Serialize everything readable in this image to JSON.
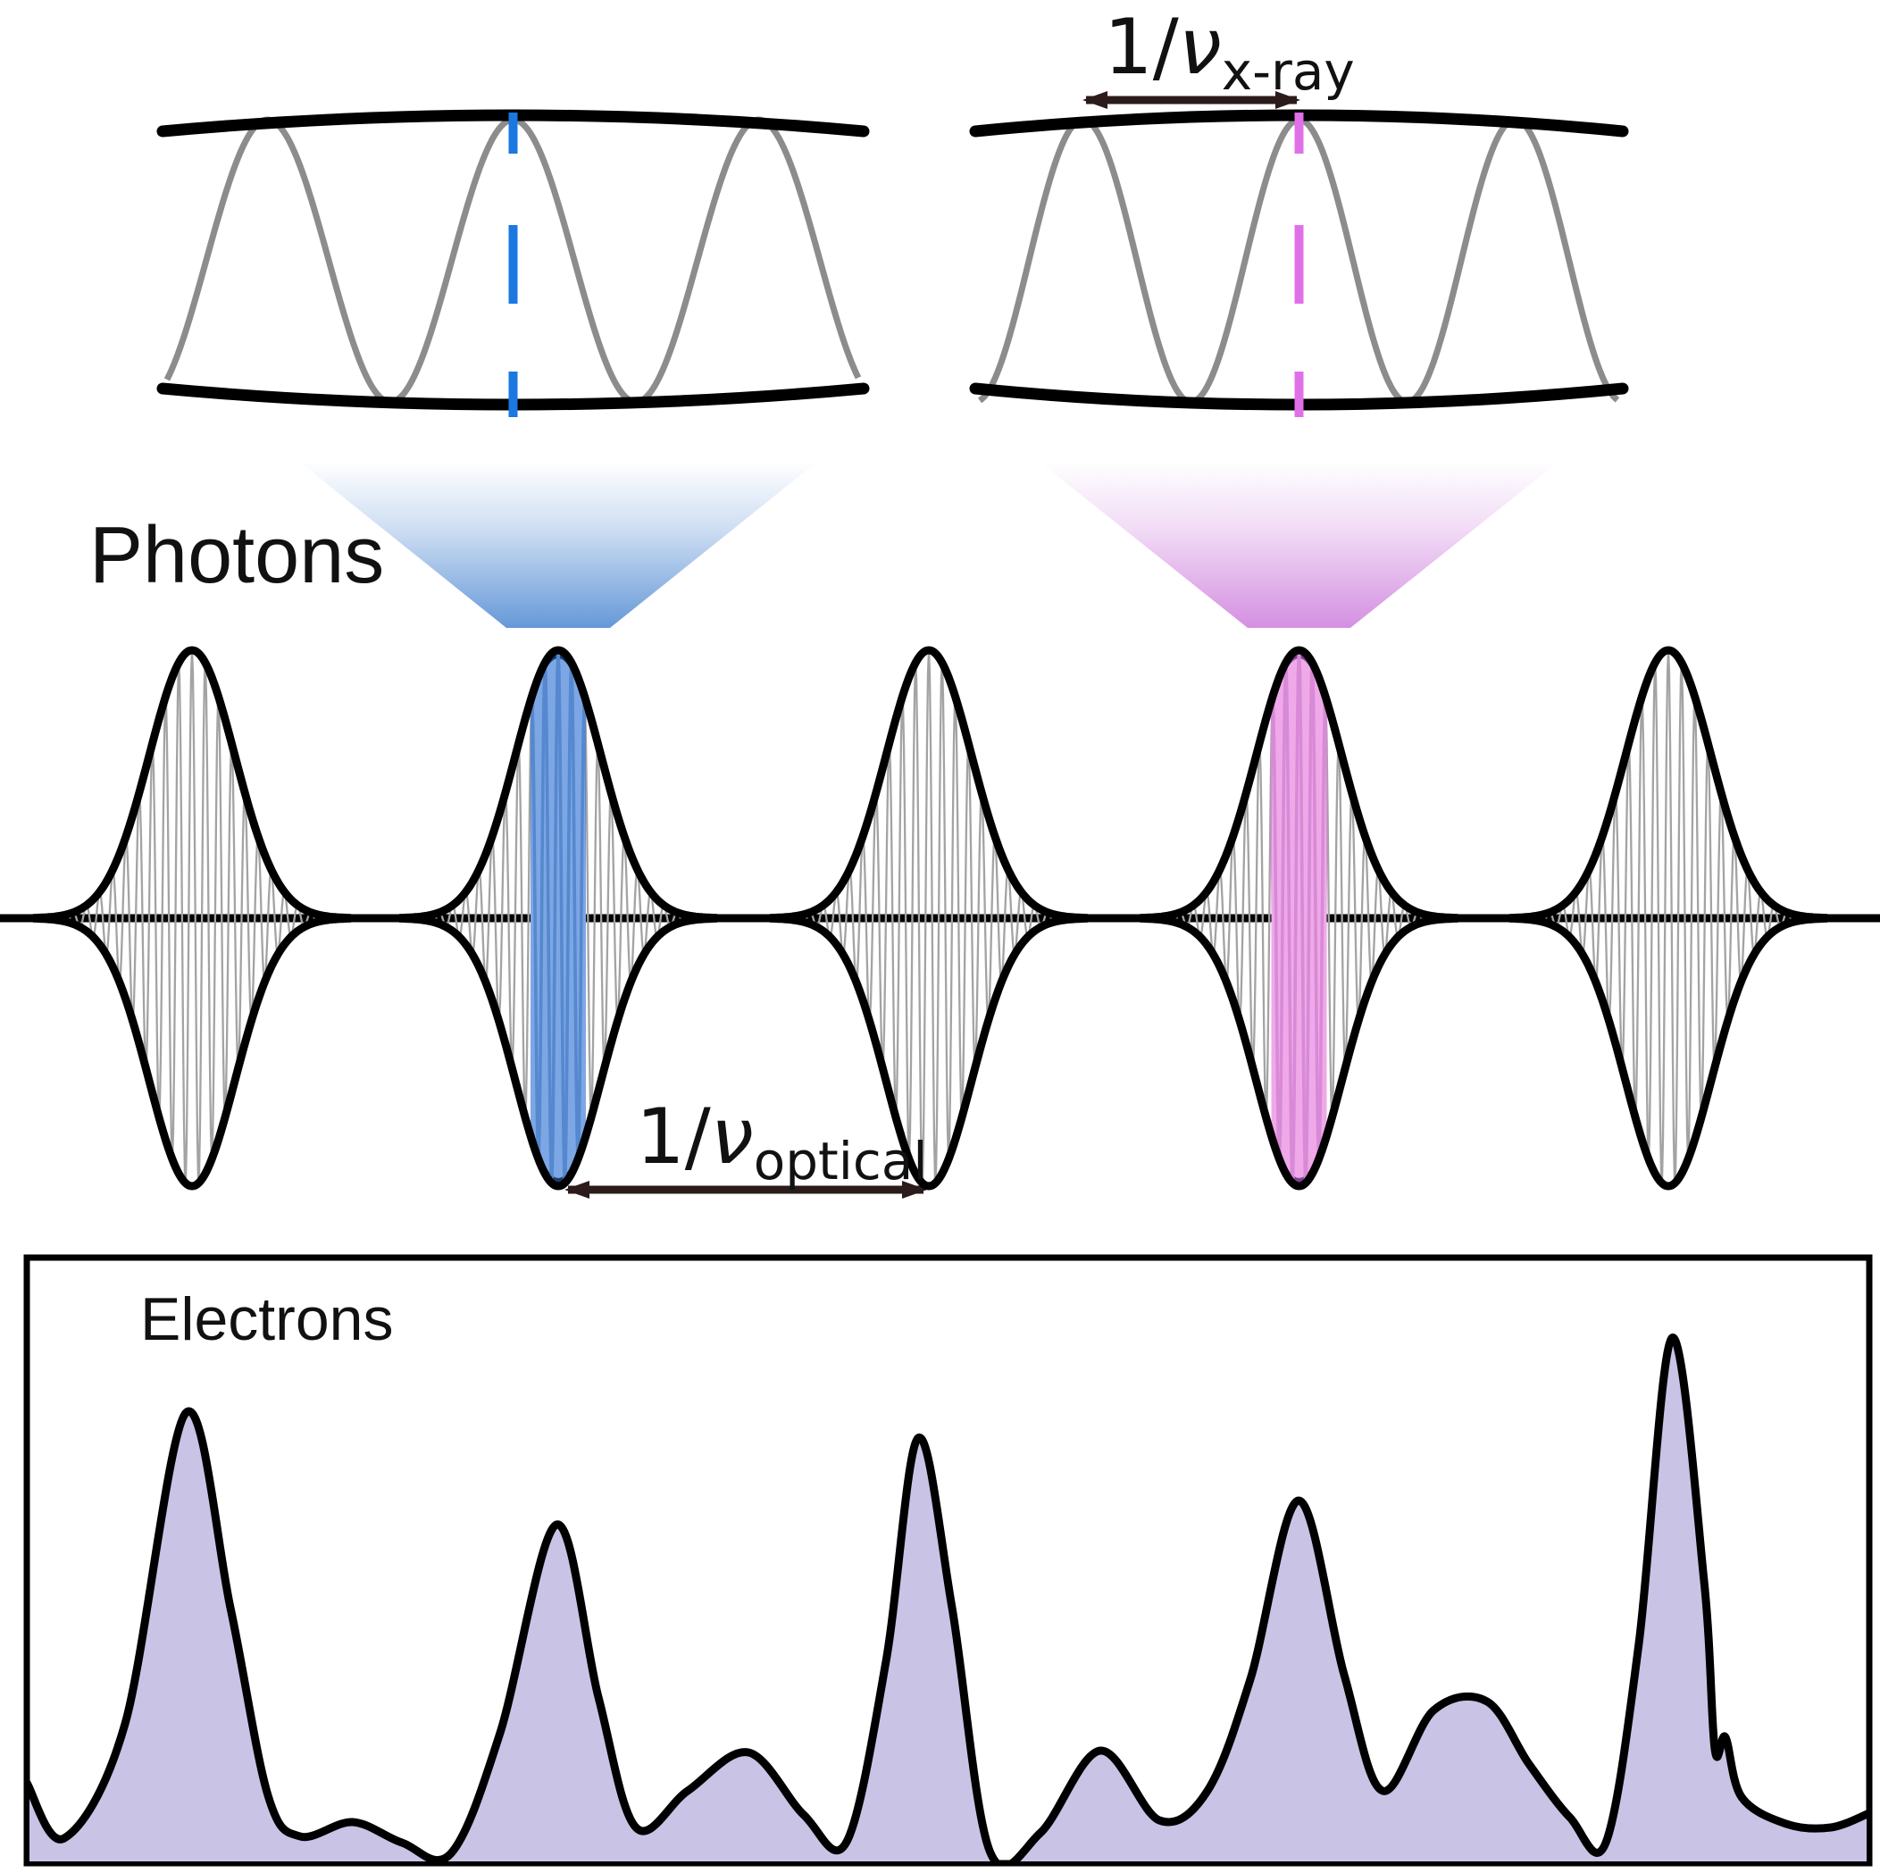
{
  "labels": {
    "photons": "Photons",
    "electrons": "Electrons",
    "xray_period": {
      "prefix": "1/",
      "nu": "ν",
      "sub": "x-ray"
    },
    "optical_period": {
      "prefix": "1/",
      "nu": "ν",
      "sub": "optical"
    }
  },
  "colors": {
    "ink": "#000000",
    "arrow_ink": "#2b1b1b",
    "panel_wave_gray": "#8c8c8c",
    "carrier_gray": "#a3a3a3",
    "electron_fill": "#c9c3e6",
    "optical_highlight": {
      "dash": "#1a78e0",
      "funnel": "#5e93d6",
      "band_fill": "#7da7e4",
      "band_stripe": "#5688cf",
      "cap": "#1c3a6e"
    },
    "xray_highlight": {
      "dash": "#e070e8",
      "funnel": "#d28ae0",
      "band_fill": "#efa9e9",
      "band_stripe": "#d88ad6",
      "cap": "#7c4390"
    }
  }
}
